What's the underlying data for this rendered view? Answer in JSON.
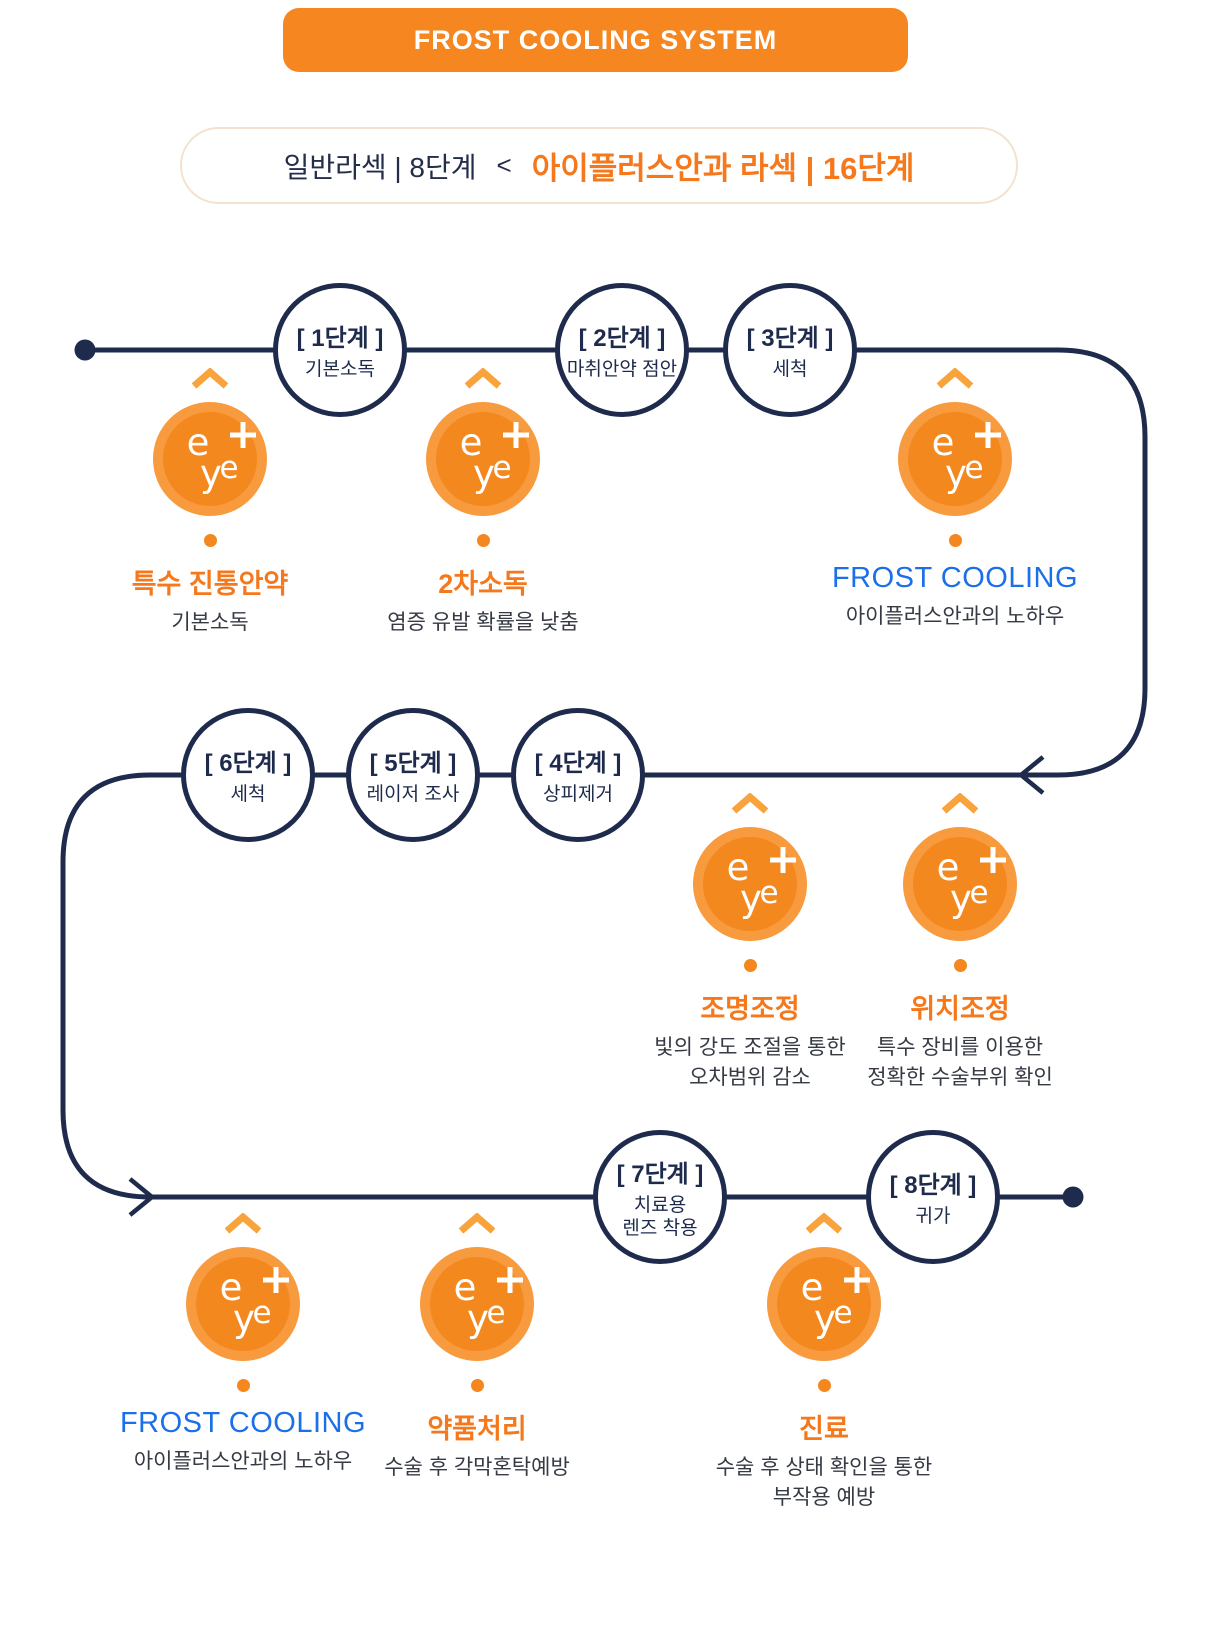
{
  "banner": {
    "title": "FROST COOLING SYSTEM"
  },
  "comparison": {
    "general": "일반라섹 | 8단계",
    "lt": "<",
    "eyeplus": "아이플러스안과 라섹 | 16단계"
  },
  "flow": {
    "steps": [
      {
        "label": "[ 1단계 ]",
        "name": "기본소독"
      },
      {
        "label": "[ 2단계 ]",
        "name": "마취안약 점안"
      },
      {
        "label": "[ 3단계 ]",
        "name": "세척"
      },
      {
        "label": "[ 4단계 ]",
        "name": "상피제거"
      },
      {
        "label": "[ 5단계 ]",
        "name": "레이저 조사"
      },
      {
        "label": "[ 6단계 ]",
        "name": "세척"
      },
      {
        "label": "[ 7단계 ]",
        "name": "치료용\n렌즈 착용"
      },
      {
        "label": "[ 8단계 ]",
        "name": "귀가"
      }
    ],
    "extras": [
      {
        "title": "특수 진통안약",
        "desc": "기본소독",
        "accent": "orange"
      },
      {
        "title": "2차소독",
        "desc": "염증 유발 확률을 낮춤",
        "accent": "orange"
      },
      {
        "title": "FROST COOLING",
        "desc": "아이플러스안과의 노하우",
        "accent": "blue"
      },
      {
        "title": "조명조정",
        "desc": "빛의 강도 조절을 통한\n오차범위 감소",
        "accent": "orange"
      },
      {
        "title": "위치조정",
        "desc": "특수 장비를 이용한\n정확한 수술부위 확인",
        "accent": "orange"
      },
      {
        "title": "FROST COOLING",
        "desc": "아이플러스안과의 노하우",
        "accent": "blue"
      },
      {
        "title": "약품처리",
        "desc": "수술 후 각막혼탁예방",
        "accent": "orange"
      },
      {
        "title": "진료",
        "desc": "수술 후 상태 확인을 통한\n부작용 예방",
        "accent": "orange"
      }
    ]
  },
  "logo": {
    "l1": "e",
    "l2": "y",
    "l3": "e",
    "plus": "+"
  },
  "colors": {
    "banner_orange": "#F6861F",
    "accent_orange": "#F5791C",
    "accent_blue": "#1B6FE8",
    "navy": "#1E2B4D",
    "badge_outer": "#F89A3E",
    "badge_inner": "#F3881F",
    "caret_orange": "#F9A33C"
  }
}
